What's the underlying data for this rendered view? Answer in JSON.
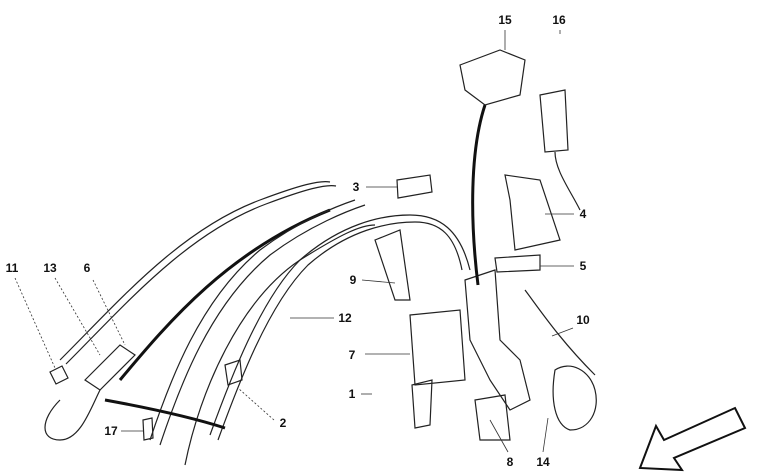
{
  "diagram": {
    "callouts": [
      {
        "id": "15",
        "text": "15"
      },
      {
        "id": "16",
        "text": "16"
      },
      {
        "id": "3",
        "text": "3"
      },
      {
        "id": "4",
        "text": "4"
      },
      {
        "id": "5",
        "text": "5"
      },
      {
        "id": "9",
        "text": "9"
      },
      {
        "id": "12",
        "text": "12"
      },
      {
        "id": "11",
        "text": "11"
      },
      {
        "id": "13",
        "text": "13"
      },
      {
        "id": "6",
        "text": "6"
      },
      {
        "id": "10",
        "text": "10"
      },
      {
        "id": "7",
        "text": "7"
      },
      {
        "id": "1",
        "text": "1"
      },
      {
        "id": "2",
        "text": "2"
      },
      {
        "id": "17",
        "text": "17"
      },
      {
        "id": "8",
        "text": "8"
      },
      {
        "id": "14",
        "text": "14"
      }
    ],
    "direction_icon": "arrow-down-left-icon"
  }
}
